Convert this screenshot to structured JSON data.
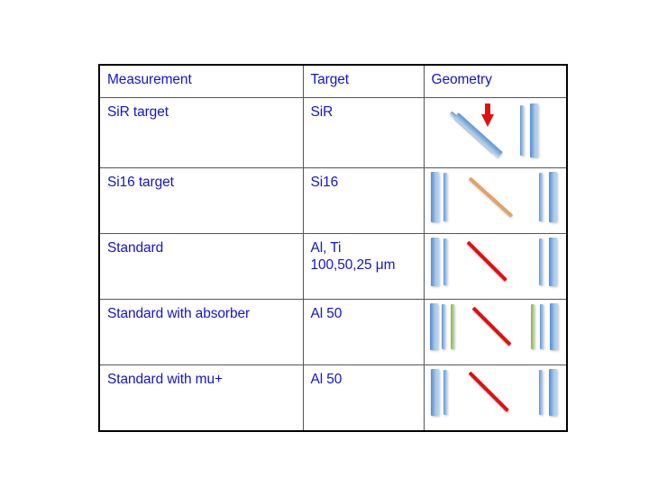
{
  "slide": {
    "background_color": "#FFFFFF"
  },
  "table": {
    "text_color": "#1414CC",
    "outer_border_color": "#000000",
    "inner_border_color": "#555555",
    "headers": [
      "Measurement",
      "Target",
      "Geometry"
    ],
    "rows": [
      {
        "measurement": "SiR target",
        "target_lines": [
          "SiR"
        ],
        "geometry_name": "sir-target-geometry",
        "geometry": {
          "left_bars": [],
          "right_bars": [
            "blue-thin",
            "blue-thick"
          ],
          "diagonal": "blue-double",
          "arrow": "red-down-arrow"
        }
      },
      {
        "measurement": "Si16 target",
        "target_lines": [
          "Si16"
        ],
        "geometry_name": "si16-target-geometry",
        "geometry": {
          "left_bars": [
            "blue-thick",
            "blue-thin"
          ],
          "right_bars": [
            "blue-thin",
            "blue-thick"
          ],
          "diagonal": "orange",
          "arrow": null
        }
      },
      {
        "measurement": "Standard",
        "target_lines": [
          "Al, Ti",
          "100,50,25 μm"
        ],
        "geometry_name": "standard-geometry",
        "geometry": {
          "left_bars": [
            "blue-thick",
            "blue-thin"
          ],
          "right_bars": [
            "blue-thin",
            "blue-thick"
          ],
          "diagonal": "red",
          "arrow": null
        }
      },
      {
        "measurement": "Standard with absorber",
        "target_lines": [
          "Al 50"
        ],
        "geometry_name": "standard-with-absorber-geometry",
        "geometry": {
          "left_bars": [
            "blue-thick",
            "blue-thin",
            "green-thin"
          ],
          "right_bars": [
            "green-thin",
            "blue-thin",
            "blue-thick"
          ],
          "diagonal": "red",
          "arrow": null
        }
      },
      {
        "measurement": "Standard with mu+",
        "target_lines": [
          "Al 50"
        ],
        "geometry_name": "standard-with-mu-plus-geometry",
        "geometry": {
          "left_bars": [
            "blue-thick",
            "blue-thin"
          ],
          "right_bars": [
            "blue-thin",
            "blue-thick"
          ],
          "diagonal": "red",
          "arrow": null
        }
      }
    ]
  },
  "colors": {
    "text_blue": "#1414CC",
    "detector_blue": "#6EA0D8",
    "absorber_green": "#A8C46F",
    "target_red": "#E01010",
    "target_orange": "#E3A265"
  }
}
